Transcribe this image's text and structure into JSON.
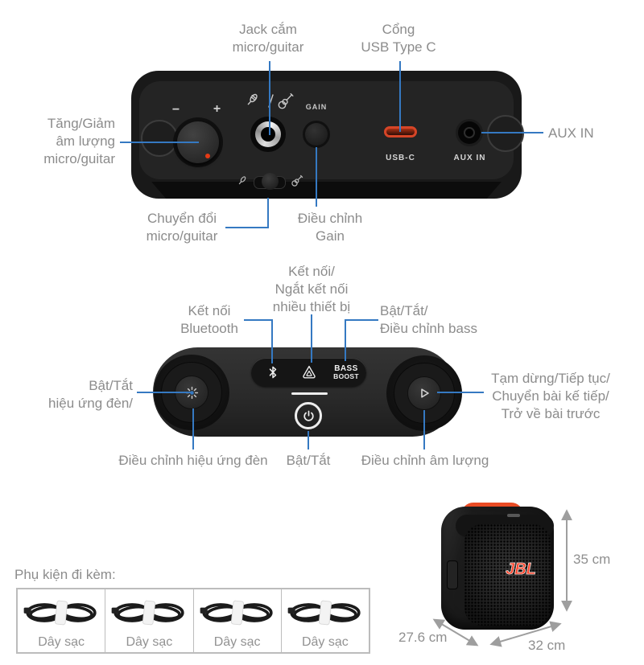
{
  "colors": {
    "leader_blue": "#3579c2",
    "label_gray": "#8c8c8c",
    "usb_red": "#d54527",
    "handle_orange": "#e94b24",
    "logo_red": "#ff3d24"
  },
  "top": {
    "jack_label": [
      "Jack cắm",
      "micro/guitar"
    ],
    "usb_label": [
      "Cổng",
      "USB Type C"
    ],
    "mic_volume_label": [
      "Tăng/Giảm",
      "âm lượng",
      "micro/guitar"
    ],
    "aux_label": "AUX IN",
    "switch_label": [
      "Chuyển đổi",
      "micro/guitar"
    ],
    "gain_label": [
      "Điều chỉnh",
      "Gain"
    ],
    "panel": {
      "minus": "−",
      "plus": "+",
      "gain": "GAIN",
      "usbc": "USB-C",
      "auxin": "AUX IN"
    }
  },
  "middle": {
    "multi_label": [
      "Kết nối/",
      "Ngắt kết nối",
      "nhiều thiết bị"
    ],
    "bluetooth_label": [
      "Kết nối",
      "Bluetooth"
    ],
    "bass_label": [
      "Bật/Tắt/",
      "Điều chỉnh bass"
    ],
    "light_label": [
      "Bật/Tắt",
      "hiệu ứng đèn/"
    ],
    "playback_label": [
      "Tạm dừng/Tiếp tục/",
      "Chuyển bài kế tiếp/",
      "Trở về bài trước"
    ],
    "light_adjust_label": "Điều chỉnh hiệu ứng đèn",
    "power_label": "Bật/Tắt",
    "volume_label": "Điều chỉnh âm lượng",
    "panel": {
      "bass_line1": "BASS",
      "bass_line2": "BOOST"
    }
  },
  "bottom": {
    "accessories_title": "Phụ kiện đi kèm:",
    "accessories": [
      "Dây sạc",
      "Dây sạc",
      "Dây sạc",
      "Dây sạc"
    ],
    "brand": "JBL",
    "dimensions": {
      "height": "35 cm",
      "depth": "27.6 cm",
      "width": "32 cm"
    }
  }
}
